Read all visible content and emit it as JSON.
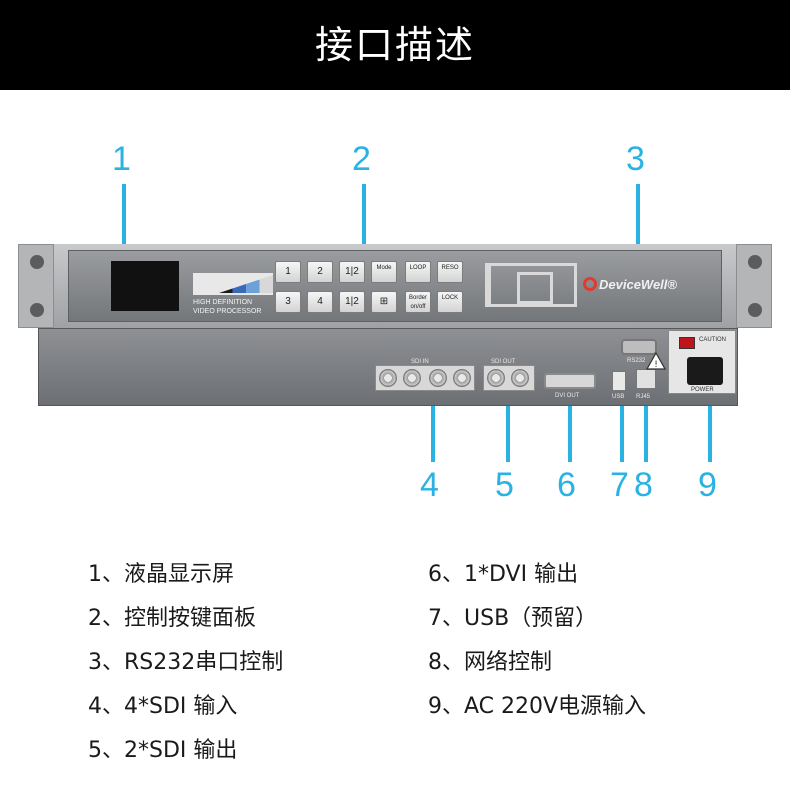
{
  "banner": {
    "title": "接口描述"
  },
  "callouts": [
    "1",
    "2",
    "3",
    "4",
    "5",
    "6",
    "7",
    "8",
    "9"
  ],
  "device": {
    "logo_line1": "HIGH DEFINITION",
    "logo_line2": "VIDEO PROCESSOR",
    "keys_row1": [
      "1",
      "2",
      "1|2",
      "Mode",
      "LOOP",
      "RESO"
    ],
    "keys_row2": [
      "3",
      "4",
      "1|2",
      "⊞",
      "Border on/off",
      "LOCK"
    ],
    "brand_name": "DeviceWell®",
    "back_labels": {
      "sdi_in": "SDI IN",
      "sdi_out": "SDI OUT",
      "dvi_out": "DVI OUT",
      "rs232": "RS232",
      "usb": "USB",
      "rj45": "RJ45",
      "power": "POWER",
      "caution": "CAUTION"
    }
  },
  "legend": [
    "1、液晶显示屏",
    "2、控制按键面板",
    "3、RS232串口控制",
    "4、4*SDI 输入",
    "5、2*SDI 输出",
    "6、1*DVI 输出",
    "7、USB（预留）",
    "8、网络控制",
    "9、AC 220V电源输入"
  ],
  "colors": {
    "accent": "#2ab2e3",
    "banner_bg": "#000000"
  }
}
